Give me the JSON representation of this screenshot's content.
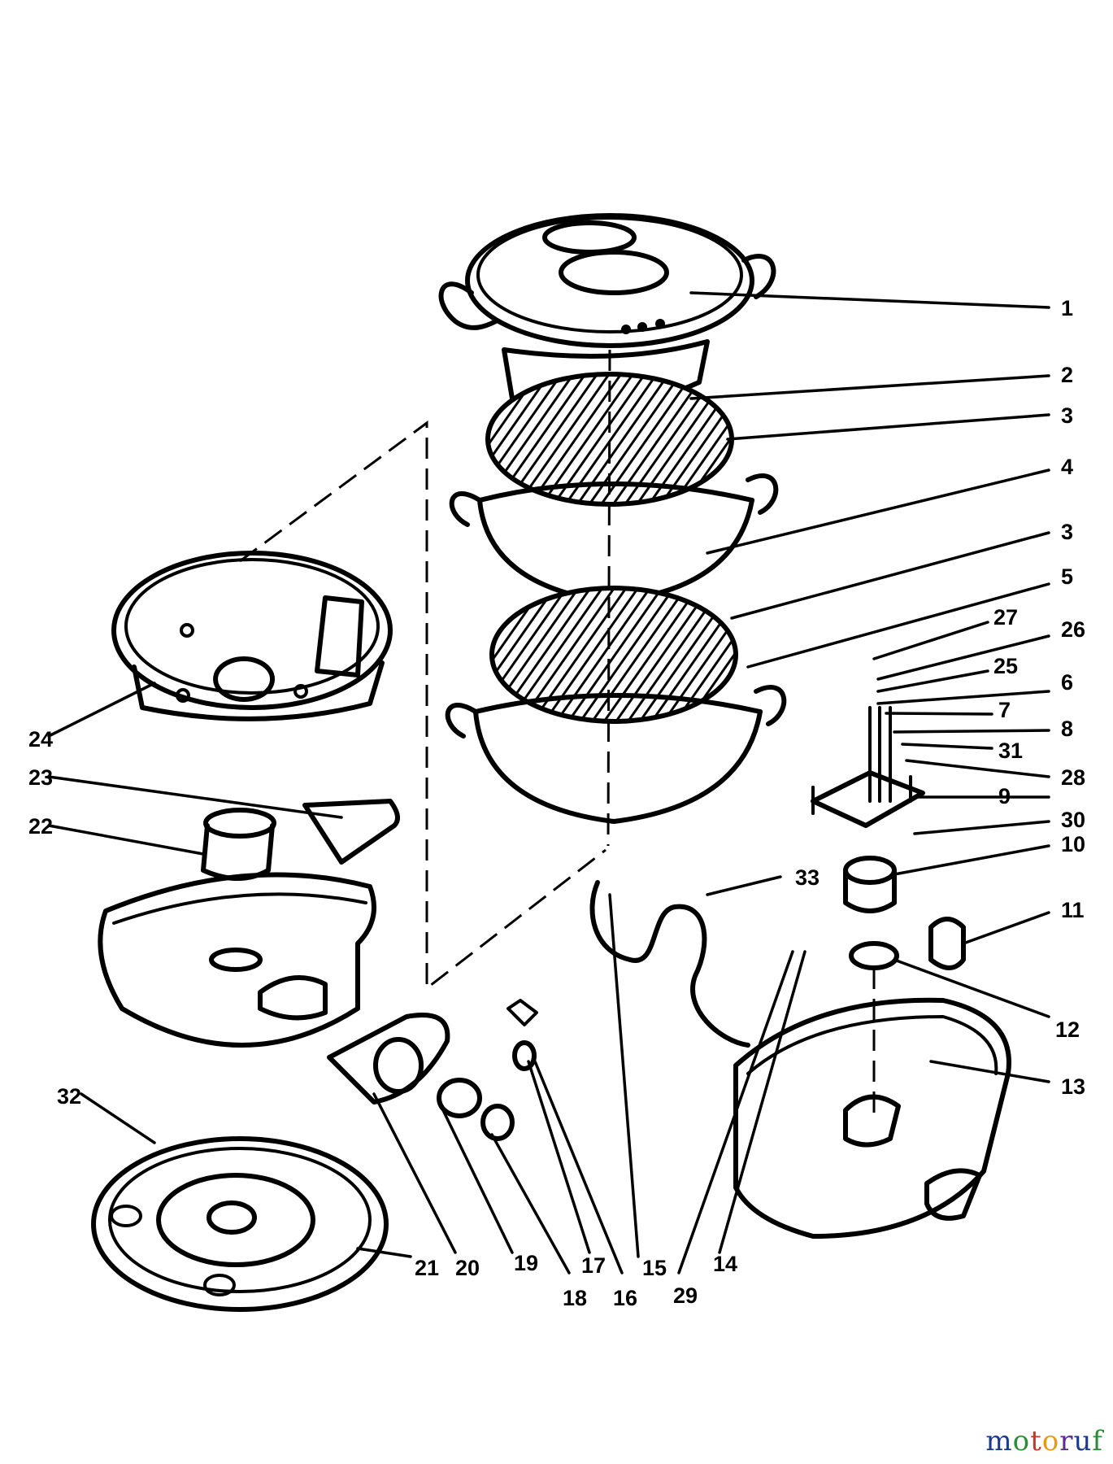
{
  "callouts": [
    {
      "label": "1"
    },
    {
      "label": "2"
    },
    {
      "label": "3"
    },
    {
      "label": "4"
    },
    {
      "label": "3"
    },
    {
      "label": "5"
    },
    {
      "label": "27"
    },
    {
      "label": "26"
    },
    {
      "label": "25"
    },
    {
      "label": "6"
    },
    {
      "label": "7"
    },
    {
      "label": "8"
    },
    {
      "label": "31"
    },
    {
      "label": "28"
    },
    {
      "label": "9"
    },
    {
      "label": "30"
    },
    {
      "label": "10"
    },
    {
      "label": "33"
    },
    {
      "label": "11"
    },
    {
      "label": "12"
    },
    {
      "label": "13"
    },
    {
      "label": "24"
    },
    {
      "label": "23"
    },
    {
      "label": "22"
    },
    {
      "label": "32"
    },
    {
      "label": "21"
    },
    {
      "label": "20"
    },
    {
      "label": "19"
    },
    {
      "label": "18"
    },
    {
      "label": "17"
    },
    {
      "label": "16"
    },
    {
      "label": "15"
    },
    {
      "label": "29"
    },
    {
      "label": "14"
    }
  ],
  "watermark": {
    "letters": [
      "m",
      "o",
      "t",
      "o",
      "r",
      "u",
      "f"
    ]
  }
}
